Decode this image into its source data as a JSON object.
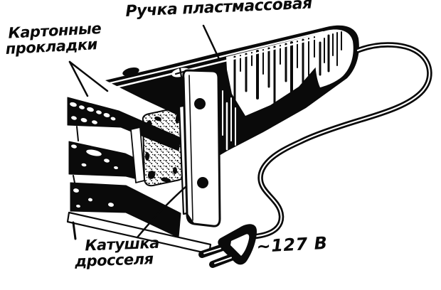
{
  "figure": {
    "type": "technical-illustration",
    "ink_color": "#0a0a0a",
    "paper_color": "#ffffff",
    "labels": {
      "handle": "Ручка пластмассовая",
      "spacers_line1": "Картонные",
      "spacers_line2": "прокладки",
      "coil_line1": "Катушка",
      "coil_line2": "дросселя",
      "voltage": "~127 В"
    }
  }
}
